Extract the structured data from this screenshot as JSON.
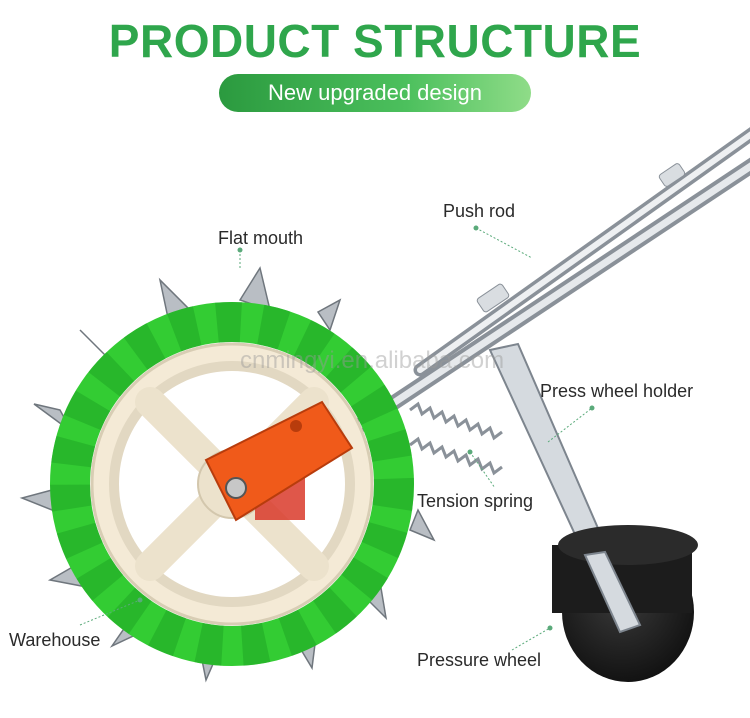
{
  "header": {
    "title": "PRODUCT STRUCTURE",
    "subtitle": "New upgraded design"
  },
  "labels": {
    "push_rod": "Push rod",
    "flat_mouth": "Flat mouth",
    "press_wheel_holder": "Press wheel holder",
    "tension_spring": "Tension spring",
    "warehouse": "Warehouse",
    "pressure_wheel": "Pressure wheel"
  },
  "watermark": "cnmingyi.en.alibaba.com",
  "colors": {
    "title": "#2fa64c",
    "wheel_green": "#33cc33",
    "bracket_orange": "#f05a1a",
    "leader_line": "#5aaa7a"
  }
}
